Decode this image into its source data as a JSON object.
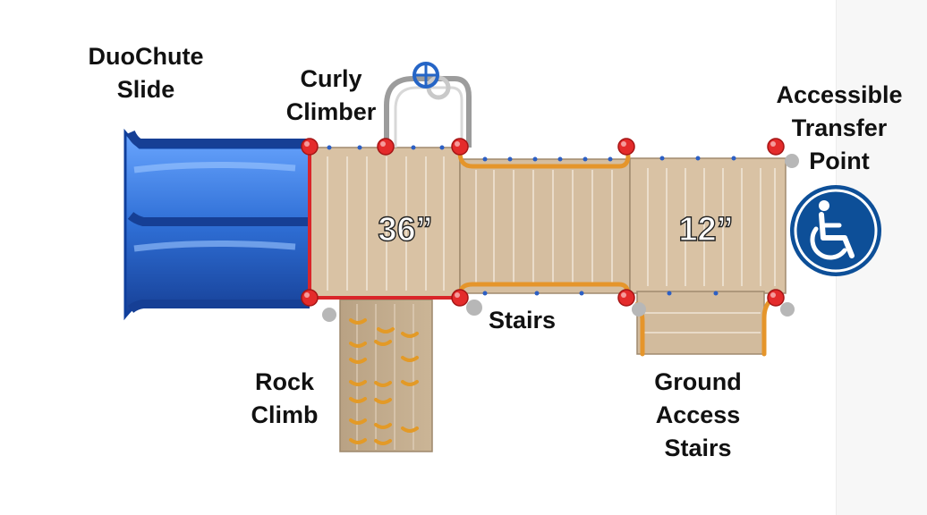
{
  "labels": {
    "slide": [
      "DuoChute",
      "Slide"
    ],
    "climber": [
      "Curly",
      "Climber"
    ],
    "transfer": [
      "Accessible",
      "Transfer",
      "Point"
    ],
    "stairs": "Stairs",
    "rock": [
      "Rock",
      "Climb"
    ],
    "ground": [
      "Ground",
      "Access",
      "Stairs"
    ]
  },
  "decks": {
    "left_height": "36”",
    "right_height": "12”"
  },
  "icons": {
    "accessibility": "wheelchair-icon"
  },
  "colors": {
    "deck": "#d9c2a4",
    "slide_blue": "#2a6fd0",
    "rail_orange": "#e59a2a",
    "post_red": "#e42b2b",
    "accessibility_blue": "#0d4f98"
  }
}
